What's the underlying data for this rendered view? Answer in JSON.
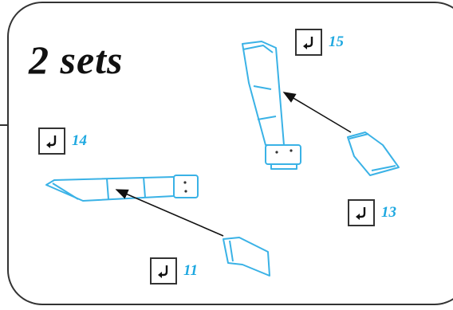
{
  "title": "2 sets",
  "steps": [
    {
      "number": "15",
      "icon": "return-arrow-icon"
    },
    {
      "number": "14",
      "icon": "return-arrow-icon"
    },
    {
      "number": "13",
      "icon": "return-arrow-icon"
    },
    {
      "number": "11",
      "icon": "return-arrow-icon"
    }
  ],
  "colors": {
    "accent": "#1ea8e0",
    "outline": "#333333",
    "part": "#3ab2e6"
  }
}
